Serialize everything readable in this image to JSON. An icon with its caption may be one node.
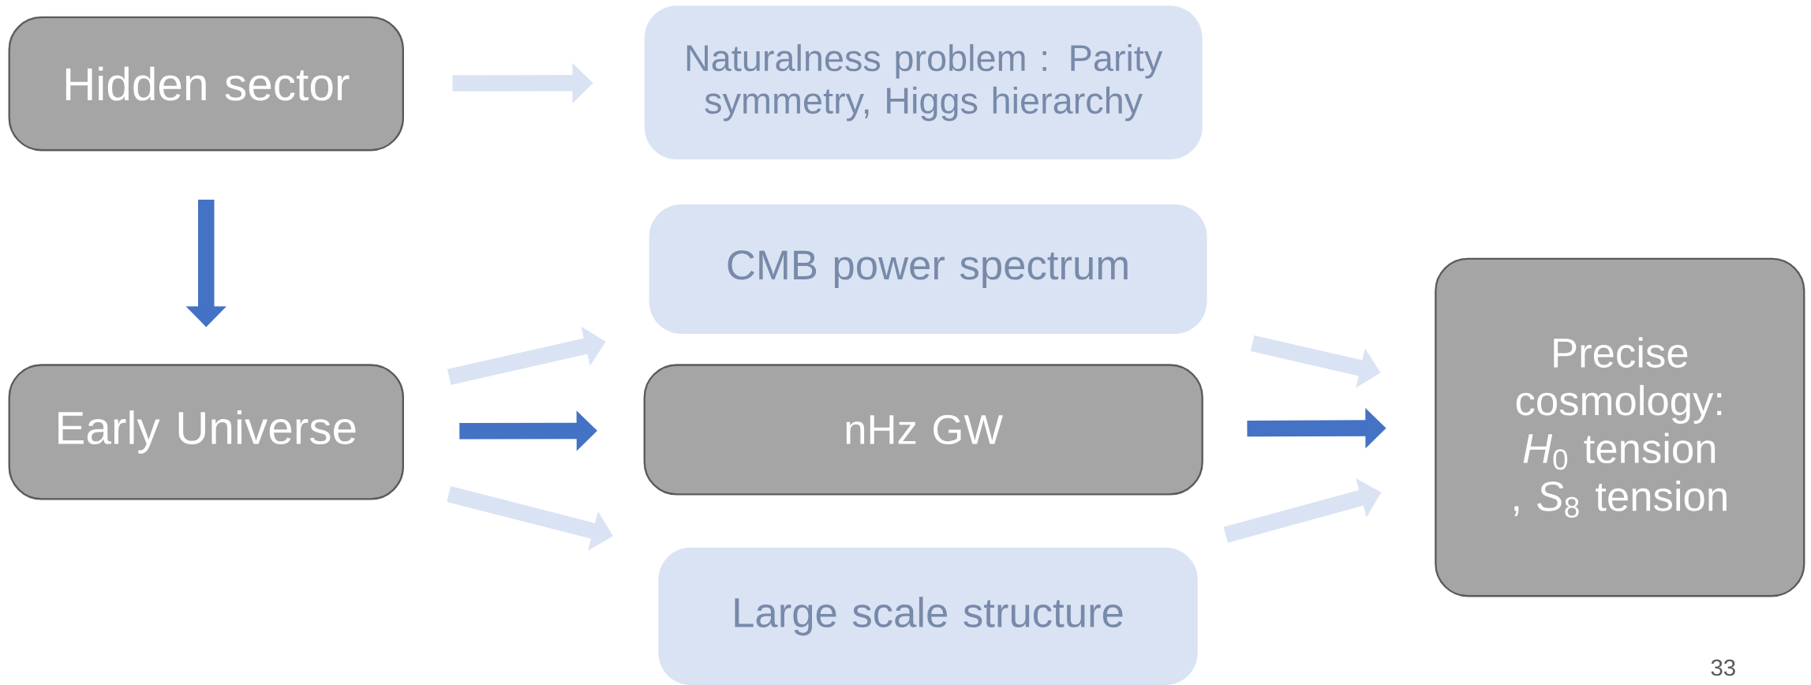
{
  "diagram": {
    "nodes": [
      {
        "text": [
          "Hidden sector"
        ]
      },
      {
        "text": [
          "Naturalness problem : Parity symmetry, Higgs hierarchy"
        ]
      },
      {
        "text": [
          "CMB power spectrum"
        ]
      },
      {
        "text": [
          "Early Universe"
        ]
      },
      {
        "text": [
          "nHz GW"
        ]
      },
      {
        "text": [
          "Precise cosmology: *H*$_{0}$ tension , *S*$_{8}$ tension"
        ]
      },
      {
        "text": [
          "Large scale structure"
        ]
      }
    ],
    "edges": [
      {
        "from": 0,
        "to": 1,
        "arrow": "to"
      },
      {
        "from": 0,
        "to": 3,
        "arrow": "to",
        "color": "#4472c4"
      },
      {
        "from": 3,
        "to": 2,
        "arrow": "to"
      },
      {
        "from": 3,
        "to": 4,
        "arrow": "to",
        "color": "#4472c4"
      },
      {
        "from": 3,
        "to": 6,
        "arrow": "to"
      },
      {
        "from": 2,
        "to": 5,
        "arrow": "to"
      },
      {
        "from": 4,
        "to": 5,
        "arrow": "to",
        "color": "#4472c4"
      },
      {
        "from": 6,
        "to": 5,
        "arrow": "to"
      }
    ],
    "labels": [
      "33"
    ]
  }
}
